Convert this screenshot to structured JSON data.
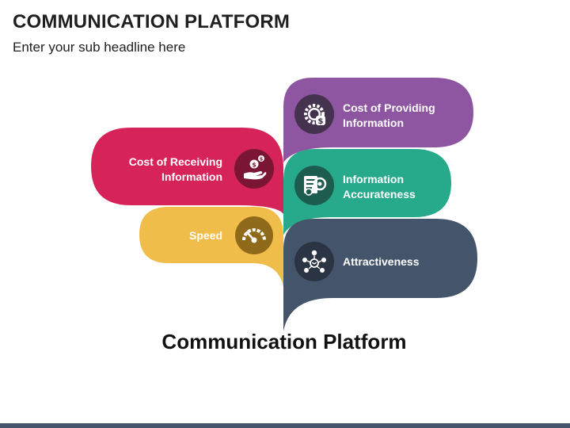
{
  "header": {
    "title": "COMMUNICATION PLATFORM",
    "subtitle": "Enter your sub headline here"
  },
  "diagram": {
    "caption": "Communication Platform",
    "items": [
      {
        "id": "cost-receiving",
        "lines": [
          "Cost of Receiving",
          "Information"
        ],
        "color": "#d6245a",
        "icon": "hand-money-icon"
      },
      {
        "id": "speed",
        "lines": [
          "Speed"
        ],
        "color": "#f0bc4a",
        "icon": "speedometer-icon"
      },
      {
        "id": "cost-providing",
        "lines": [
          "Cost of Providing",
          "Information"
        ],
        "color": "#8e56a0",
        "icon": "gear-dollar-icon"
      },
      {
        "id": "info-accurateness",
        "lines": [
          "Information",
          "Accurateness"
        ],
        "color": "#27a98c",
        "icon": "document-check-icon"
      },
      {
        "id": "attractiveness",
        "lines": [
          "Attractiveness"
        ],
        "color": "#44546a",
        "icon": "people-network-icon"
      }
    ]
  }
}
